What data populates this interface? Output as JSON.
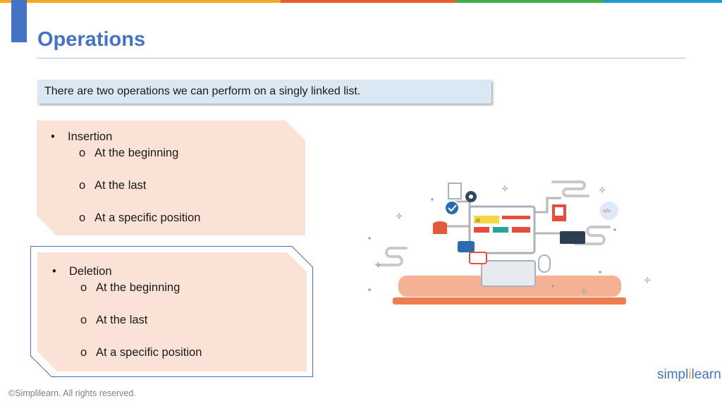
{
  "colors": {
    "accent": "#4472c4",
    "topbar": [
      "#f5a623",
      "#e85d26",
      "#3fae49",
      "#1e9bd7"
    ],
    "banner_bg": "#dae8f3",
    "card_bg": "#fae3d6",
    "illus_base": "#f4b193"
  },
  "slide": {
    "title": "Operations",
    "intro": "There are two operations we can perform on a singly linked list."
  },
  "cards": [
    {
      "heading": "Insertion",
      "items": [
        "At the beginning",
        "At the last",
        "At a specific position"
      ]
    },
    {
      "heading": "Deletion",
      "items": [
        "At the beginning",
        "At the last",
        "At a specific position"
      ]
    }
  ],
  "bullet_symbol": "•",
  "sub_bullet_symbol": "o",
  "illustration": {
    "icon": "developer-workstation-icon",
    "code_badge": "</>",
    "js_label": "JS"
  },
  "footer": {
    "copyright": "©Simplilearn. All rights reserved."
  },
  "logo": {
    "part1": "simpl",
    "part2": "i",
    "part3": "learn"
  }
}
